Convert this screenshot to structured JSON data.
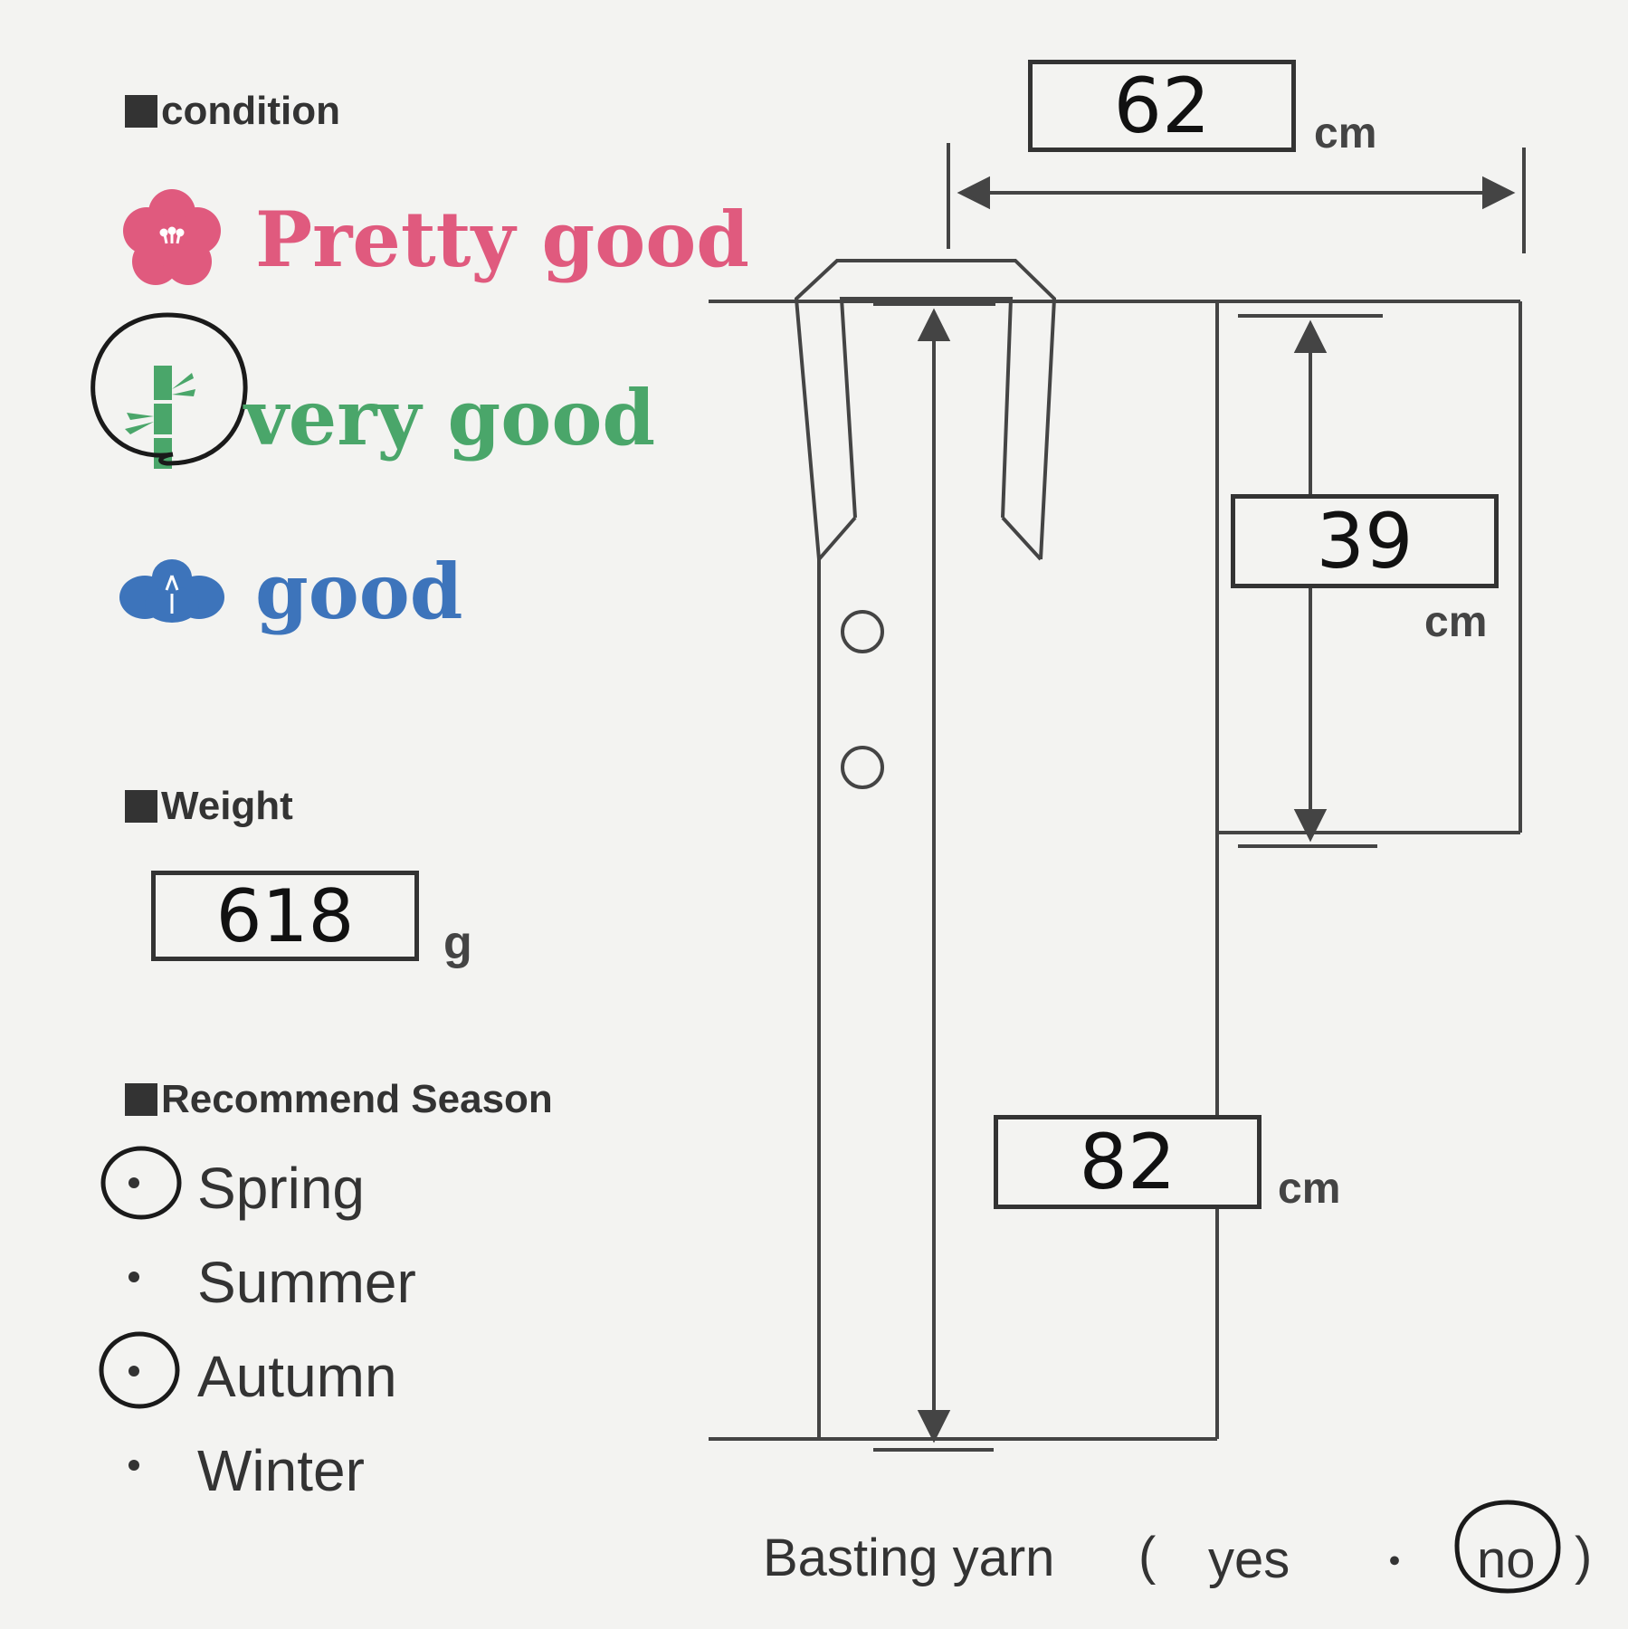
{
  "condition": {
    "title": "condition",
    "options": [
      {
        "label": "Pretty good",
        "icon": "plum-blossom-icon",
        "color": "#e05a7e",
        "selected": false
      },
      {
        "label": "very good",
        "icon": "bamboo-icon",
        "color": "#4aa66a",
        "selected": true
      },
      {
        "label": "good",
        "icon": "pine-icon",
        "color": "#3d74bb",
        "selected": false
      }
    ]
  },
  "weight": {
    "title": "Weight",
    "value": "618",
    "unit": "g"
  },
  "season": {
    "title": "Recommend Season",
    "items": [
      {
        "label": "Spring",
        "selected": true
      },
      {
        "label": "Summer",
        "selected": false
      },
      {
        "label": "Autumn",
        "selected": true
      },
      {
        "label": "Winter",
        "selected": false
      }
    ]
  },
  "measurements": {
    "yuki": {
      "value": "62",
      "unit": "cm"
    },
    "sleeve": {
      "value": "39",
      "unit": "cm"
    },
    "length": {
      "value": "82",
      "unit": "cm"
    }
  },
  "basting": {
    "label": "Basting yarn",
    "open": "(",
    "yes": "yes",
    "separator": "・",
    "no": "no",
    "close": ")",
    "selected": "no"
  }
}
